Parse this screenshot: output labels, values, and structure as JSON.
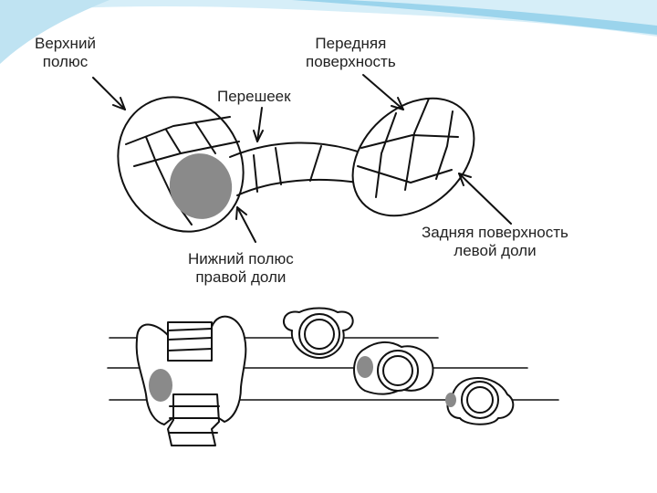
{
  "labels": {
    "upper_pole": [
      "Верхний",
      "полюс"
    ],
    "anterior_surface": [
      "Передняя",
      "поверхность"
    ],
    "isthmus": "Перешеек",
    "posterior_surface": [
      "Задняя поверхность",
      "левой доли"
    ],
    "lower_pole": [
      "Нижний полюс",
      "правой доли"
    ]
  },
  "colors": {
    "header_blue": "#bfe3f2",
    "header_accent": "#8ccde8",
    "stroke": "#111111",
    "nodule_fill": "#8a8a8a"
  }
}
